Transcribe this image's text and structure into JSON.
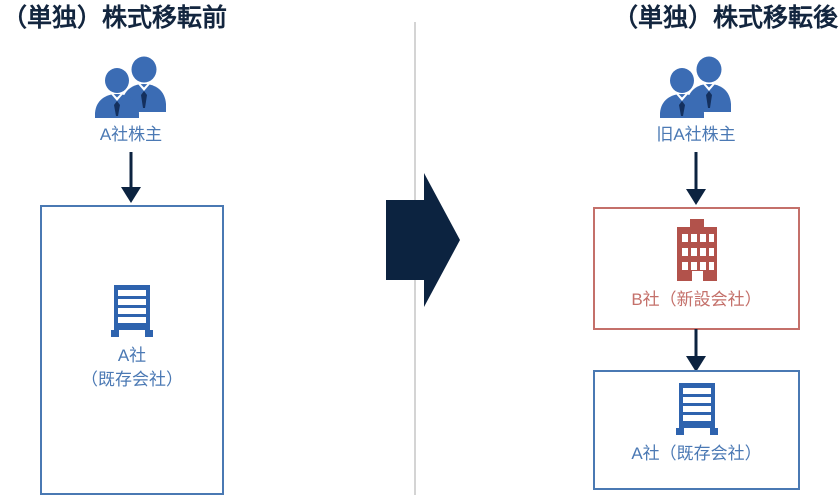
{
  "diagram": {
    "left_panel": {
      "title": "（単独）株式移転前",
      "shareholder": {
        "icon": "two-businesspeople-icon",
        "label": "A社株主"
      },
      "arrow": "down-arrow",
      "company": {
        "icon": "factory-building-icon",
        "label_line1": "A社",
        "label_line2": "（既存会社）",
        "border_color": "#4a79b3",
        "text_color": "#4b79b4"
      }
    },
    "center": {
      "transition_arrow": "right-arrow",
      "transition_arrow_color": "#0c2340",
      "divider": "vertical-divider"
    },
    "right_panel": {
      "title": "（単独）株式移転後",
      "shareholder": {
        "icon": "two-businesspeople-icon",
        "label": "旧A社株主"
      },
      "arrow_top": "down-arrow",
      "new_company": {
        "icon": "office-building-icon",
        "label": "B社（新設会社）",
        "border_color": "#c4706a",
        "text_color": "#c4706a"
      },
      "arrow_mid": "down-arrow",
      "existing_company": {
        "icon": "factory-building-icon",
        "label": "A社（既存会社）",
        "border_color": "#4a79b3",
        "text_color": "#4b79b4"
      }
    },
    "colors": {
      "title": "#13263f",
      "people_icon": "#3b6cb4",
      "blue_icon": "#2e63ae",
      "red_icon": "#b2524b",
      "divider": "#d4d4d4",
      "arrow": "#0c2340"
    }
  }
}
